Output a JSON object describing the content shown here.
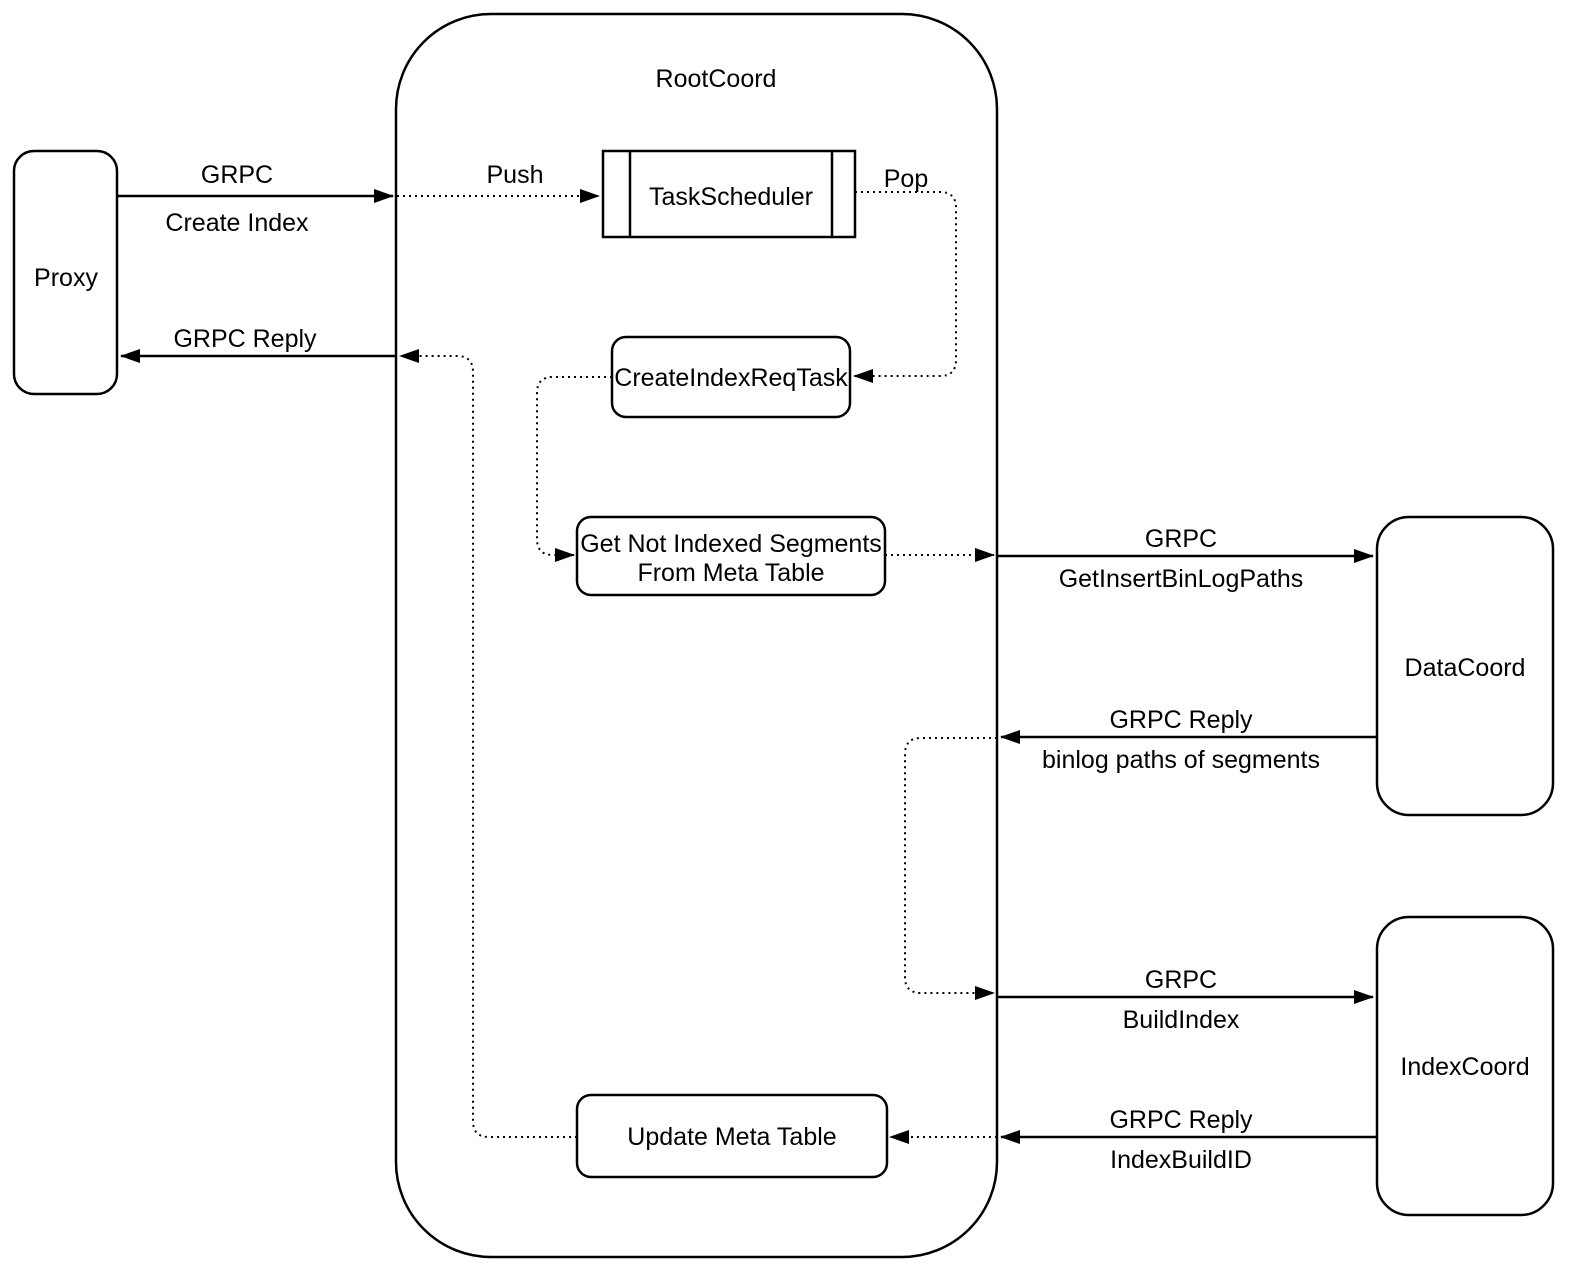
{
  "diagram": {
    "colors": {
      "background": "#ffffff",
      "stroke": "#000000",
      "text": "#000000"
    },
    "nodes": {
      "proxy": "Proxy",
      "rootcoord": "RootCoord",
      "task_scheduler": "TaskScheduler",
      "create_index_req_task": "CreateIndexReqTask",
      "get_not_indexed_line1": "Get Not Indexed Segments",
      "get_not_indexed_line2": "From Meta Table",
      "update_meta_table": "Update Meta Table",
      "datacoord": "DataCoord",
      "indexcoord": "IndexCoord"
    },
    "edges": {
      "create_index": {
        "l1": "GRPC",
        "l2": "Create Index"
      },
      "reply_to_proxy": {
        "l1": "GRPC Reply"
      },
      "push": {
        "l1": "Push"
      },
      "pop": {
        "l1": "Pop"
      },
      "get_insert_binlog": {
        "l1": "GRPC",
        "l2": "GetInsertBinLogPaths"
      },
      "binlog_reply": {
        "l1": "GRPC Reply",
        "l2": "binlog paths of segments"
      },
      "build_index": {
        "l1": "GRPC",
        "l2": "BuildIndex"
      },
      "index_build_id": {
        "l1": "GRPC Reply",
        "l2": "IndexBuildID"
      }
    }
  }
}
